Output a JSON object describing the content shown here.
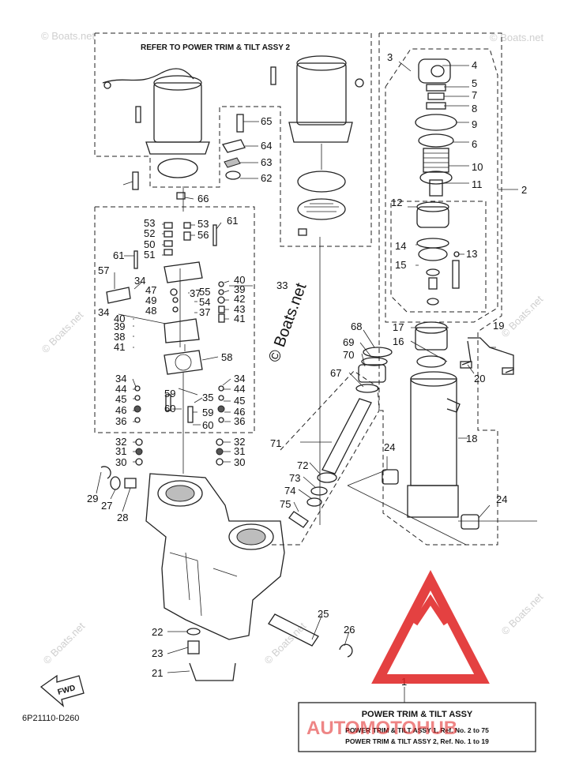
{
  "header_refer": "REFER TO POWER TRIM & TILT ASSY 2",
  "watermark_big": "© Boats.net",
  "watermark_small": "© Boats.net",
  "drawing_code": "6P21110-D260",
  "fwd_label": "FWD",
  "brand_text": "AUTOMOTOHUB",
  "colors": {
    "brand": "#e02020",
    "line": "#222222"
  },
  "legend": {
    "number": "1",
    "title": "POWER TRIM & TILT ASSY",
    "line1": "POWER TRIM & TILT ASSY 1,  Ref. No. 2 to 75",
    "line2": "POWER TRIM & TILT ASSY 2,  Ref. No. 1 to 19"
  },
  "callouts": [
    "65",
    "64",
    "63",
    "62",
    "66",
    "53",
    "52",
    "50",
    "51",
    "53",
    "56",
    "61",
    "61",
    "57",
    "34",
    "47",
    "49",
    "48",
    "37",
    "55",
    "54",
    "37",
    "40",
    "39",
    "42",
    "43",
    "41",
    "33",
    "34",
    "40",
    "39",
    "38",
    "41",
    "58",
    "34",
    "44",
    "45",
    "46",
    "36",
    "59",
    "60",
    "35",
    "59",
    "60",
    "34",
    "44",
    "45",
    "46",
    "36",
    "32",
    "31",
    "30",
    "32",
    "31",
    "30",
    "29",
    "27",
    "28",
    "3",
    "4",
    "5",
    "7",
    "8",
    "9",
    "6",
    "10",
    "11",
    "2",
    "12",
    "14",
    "15",
    "13",
    "17",
    "16",
    "19",
    "20",
    "18",
    "24",
    "24",
    "68",
    "69",
    "70",
    "67",
    "71",
    "72",
    "73",
    "74",
    "75",
    "25",
    "26",
    "22",
    "23",
    "21"
  ]
}
